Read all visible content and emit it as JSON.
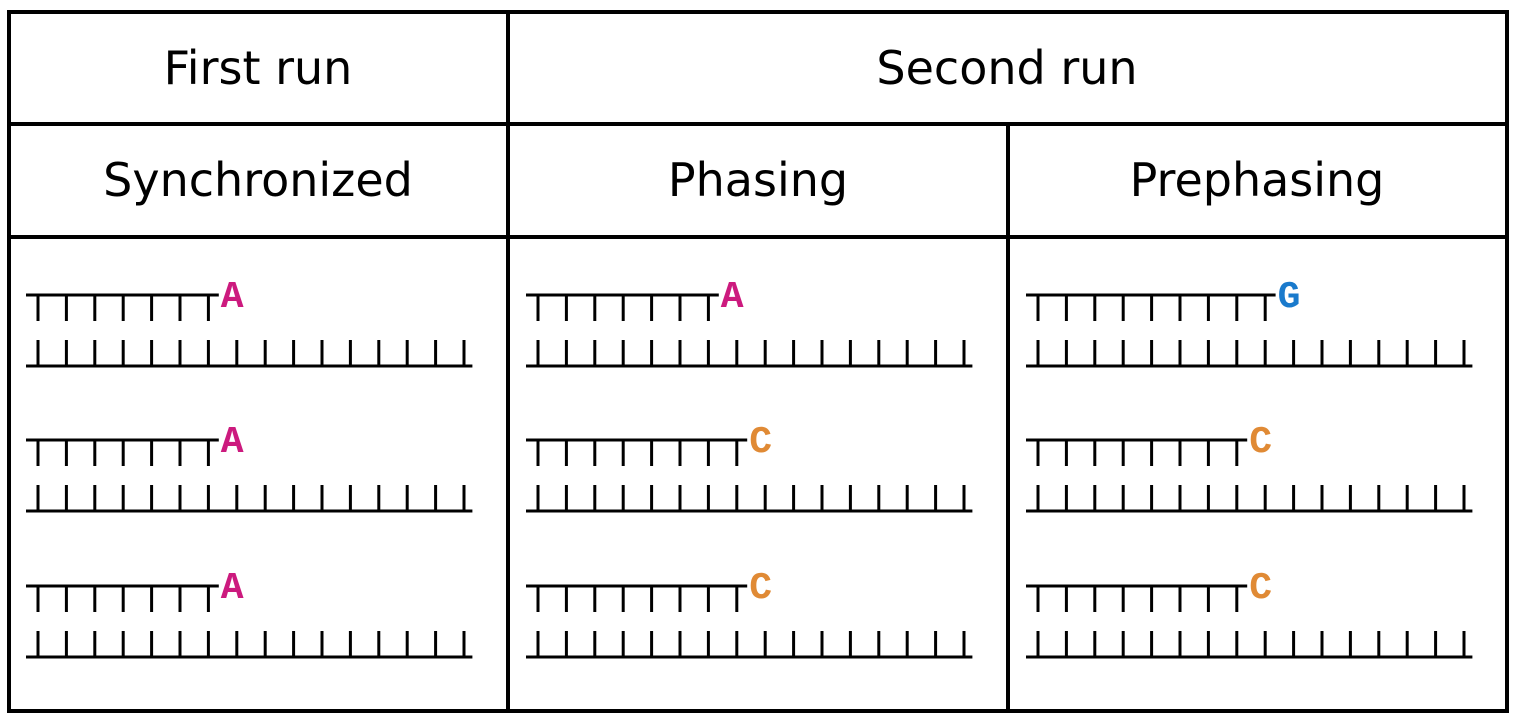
{
  "headers": {
    "first_run": "First run",
    "second_run": "Second run",
    "synchronized": "Synchronized",
    "phasing": "Phasing",
    "prephasing": "Prephasing"
  },
  "colors": {
    "A": "#cc1a7e",
    "C": "#e08a35",
    "G": "#1a7acc"
  },
  "panels": [
    {
      "name": "synchronized",
      "strands": [
        {
          "nucleotide": "A",
          "primer_length": 7,
          "template_length": 16
        },
        {
          "nucleotide": "A",
          "primer_length": 7,
          "template_length": 16
        },
        {
          "nucleotide": "A",
          "primer_length": 7,
          "template_length": 16
        }
      ]
    },
    {
      "name": "phasing",
      "strands": [
        {
          "nucleotide": "A",
          "primer_length": 7,
          "template_length": 16
        },
        {
          "nucleotide": "C",
          "primer_length": 8,
          "template_length": 16
        },
        {
          "nucleotide": "C",
          "primer_length": 8,
          "template_length": 16
        }
      ]
    },
    {
      "name": "prephasing",
      "strands": [
        {
          "nucleotide": "G",
          "primer_length": 9,
          "template_length": 16
        },
        {
          "nucleotide": "C",
          "primer_length": 8,
          "template_length": 16
        },
        {
          "nucleotide": "C",
          "primer_length": 8,
          "template_length": 16
        }
      ]
    }
  ]
}
